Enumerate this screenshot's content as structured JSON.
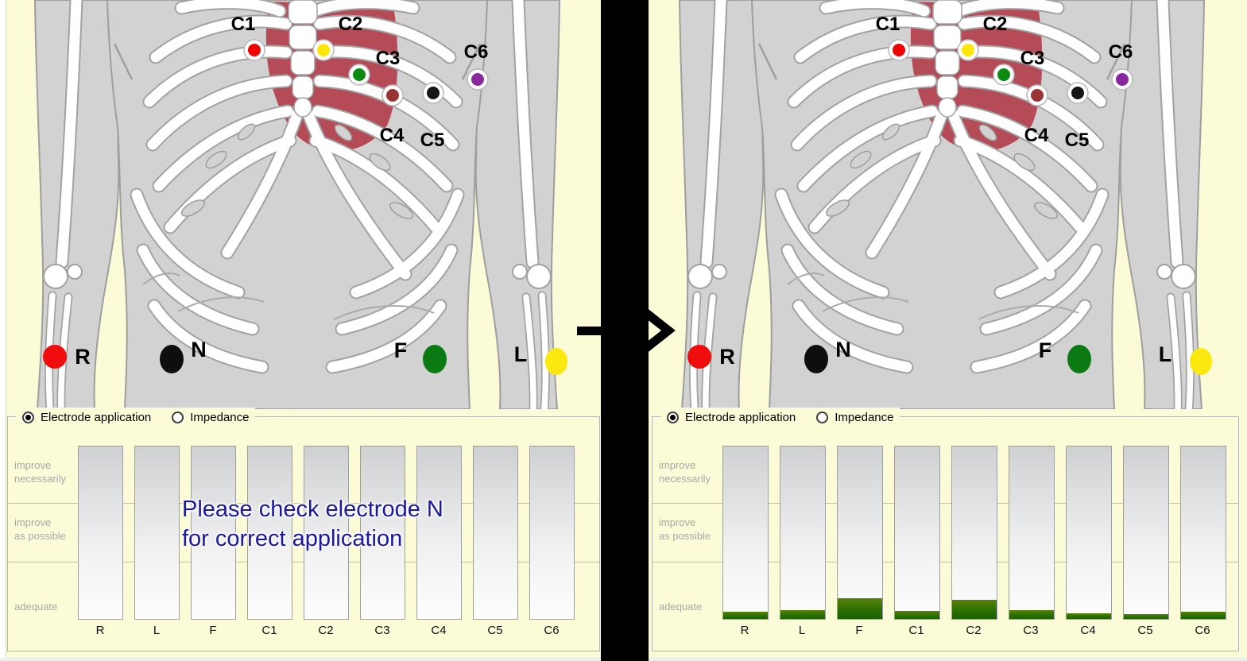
{
  "electrode_map": {
    "chest": [
      {
        "label": "C1",
        "color": "#f40000"
      },
      {
        "label": "C2",
        "color": "#ffe70a"
      },
      {
        "label": "C3",
        "color": "#0c8a12"
      },
      {
        "label": "C4",
        "color": "#9a3434"
      },
      {
        "label": "C5",
        "color": "#161616"
      },
      {
        "label": "C6",
        "color": "#8a28a0"
      }
    ],
    "limbs": [
      {
        "label": "R",
        "color": "#ef0d0d"
      },
      {
        "label": "N",
        "color": "#0e0e0e"
      },
      {
        "label": "F",
        "color": "#0c7a12"
      },
      {
        "label": "L",
        "color": "#fae80e"
      }
    ]
  },
  "quality_panel": {
    "radio_options": [
      {
        "label": "Electrode application",
        "selected": true
      },
      {
        "label": "Impedance",
        "selected": false
      }
    ],
    "zones": [
      {
        "text": "improve\nnecessarily"
      },
      {
        "text": "improve\nas possible"
      },
      {
        "text": "adequate"
      }
    ],
    "electrodes": [
      "R",
      "L",
      "F",
      "C1",
      "C2",
      "C3",
      "C4",
      "C5",
      "C6"
    ]
  },
  "before": {
    "message_line1": "Please check electrode N",
    "message_line2": "for correct application",
    "values_percent": [
      0,
      0,
      0,
      0,
      0,
      0,
      0,
      0,
      0
    ]
  },
  "after": {
    "values_percent": [
      4.1,
      5.1,
      12,
      4.6,
      11,
      5.1,
      3.2,
      2.8,
      4.1
    ]
  },
  "chart_data": [
    {
      "type": "bar",
      "title": "Electrode application quality (left/before panel)",
      "categories": [
        "R",
        "L",
        "F",
        "C1",
        "C2",
        "C3",
        "C4",
        "C5",
        "C6"
      ],
      "values": [
        0,
        0,
        0,
        0,
        0,
        0,
        0,
        0,
        0
      ],
      "ylabel": "quality zones: adequate / improve as possible / improve necessarily",
      "annotation": "Please check electrode N for correct application",
      "legend_position": "none",
      "grid": true
    },
    {
      "type": "bar",
      "title": "Electrode application quality (right/after panel)",
      "categories": [
        "R",
        "L",
        "F",
        "C1",
        "C2",
        "C3",
        "C4",
        "C5",
        "C6"
      ],
      "values": [
        4.1,
        5.1,
        12,
        4.6,
        11,
        5.1,
        3.2,
        2.8,
        4.1
      ],
      "unit": "percent of bar scale, all within adequate zone",
      "ylabel": "quality zones: adequate / improve as possible / improve necessarily",
      "legend_position": "none",
      "grid": true
    }
  ],
  "colors": {
    "background": "#fbfbd8",
    "body_gray": "#d2d2d2",
    "outline_gray": "#9e9e9e",
    "bone_white": "#ffffff",
    "heart_red": "#b44b56",
    "bar_border": "#9f9f9f",
    "grid_line": "#bcbcbc",
    "green_fill": "#2c7004",
    "message_navy": "#1a189c",
    "zone_label_gray": "#a8a8a8",
    "divider_black": "#000000"
  }
}
